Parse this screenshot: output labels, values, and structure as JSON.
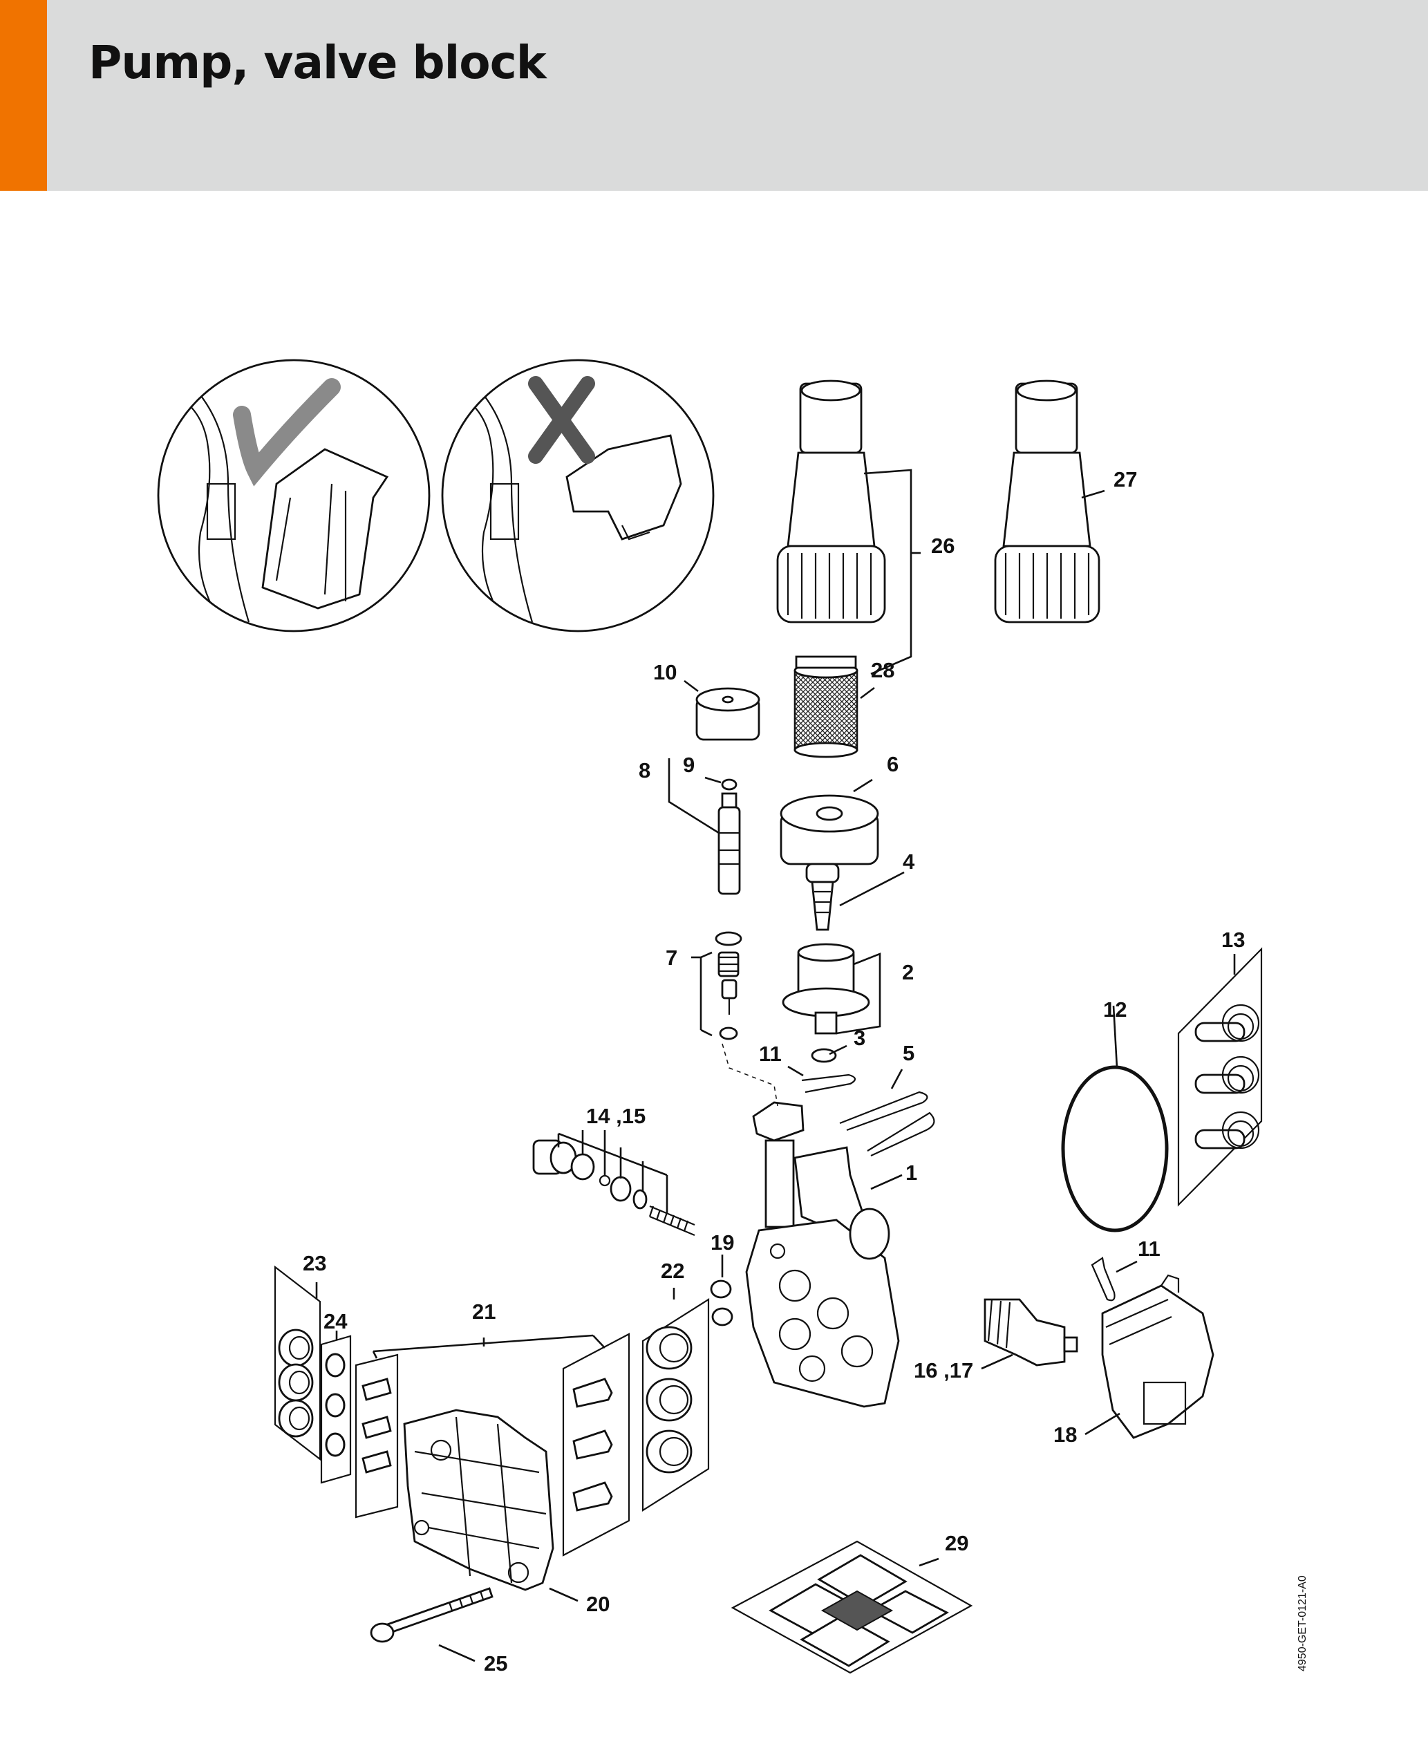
{
  "page": {
    "title": "Pump, valve block",
    "accent_color": "#f07300",
    "header_color": "#dadbdb",
    "drawing_reference": "4950-GET-0121-A0"
  },
  "diagram": {
    "callouts": [
      {
        "id": "c1",
        "label": "1"
      },
      {
        "id": "c2",
        "label": "2"
      },
      {
        "id": "c3",
        "label": "3"
      },
      {
        "id": "c4",
        "label": "4"
      },
      {
        "id": "c5",
        "label": "5"
      },
      {
        "id": "c6",
        "label": "6"
      },
      {
        "id": "c7",
        "label": "7"
      },
      {
        "id": "c8",
        "label": "8"
      },
      {
        "id": "c9",
        "label": "9"
      },
      {
        "id": "c10",
        "label": "10"
      },
      {
        "id": "c11a",
        "label": "11"
      },
      {
        "id": "c11b",
        "label": "11"
      },
      {
        "id": "c12",
        "label": "12"
      },
      {
        "id": "c13",
        "label": "13"
      },
      {
        "id": "c14",
        "label": "14 ,15"
      },
      {
        "id": "c16",
        "label": "16 ,17"
      },
      {
        "id": "c18",
        "label": "18"
      },
      {
        "id": "c19",
        "label": "19"
      },
      {
        "id": "c20",
        "label": "20"
      },
      {
        "id": "c21",
        "label": "21"
      },
      {
        "id": "c22",
        "label": "22"
      },
      {
        "id": "c23",
        "label": "23"
      },
      {
        "id": "c24",
        "label": "24"
      },
      {
        "id": "c25",
        "label": "25"
      },
      {
        "id": "c26",
        "label": "26"
      },
      {
        "id": "c27",
        "label": "27"
      },
      {
        "id": "c28",
        "label": "28"
      },
      {
        "id": "c29",
        "label": "29"
      }
    ]
  }
}
